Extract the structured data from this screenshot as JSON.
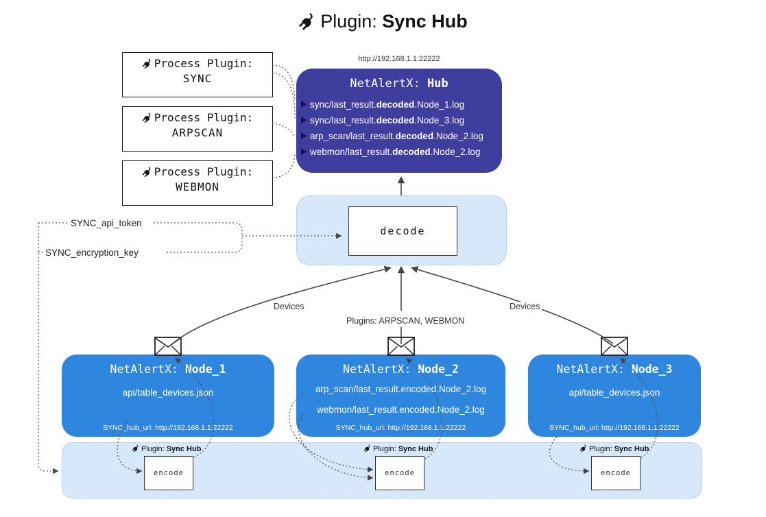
{
  "colors": {
    "hub_fill": "#3f3d9e",
    "node_fill": "#2e86de",
    "container_fill": "#d6e8f9",
    "container_border": "#9ec4e6",
    "line": "#444444"
  },
  "title": {
    "prefix": "Plugin:",
    "name": "Sync Hub"
  },
  "process_plugins": [
    {
      "label": "Process Plugin:",
      "name": "SYNC"
    },
    {
      "label": "Process Plugin:",
      "name": "ARPSCAN"
    },
    {
      "label": "Process Plugin:",
      "name": "WEBMON"
    }
  ],
  "hub": {
    "url": "http://192.168.1.1:22222",
    "title_prefix": "NetAlertX:",
    "title_name": "Hub",
    "files": [
      {
        "pre": "sync/last_result.",
        "bold": "decoded",
        "post": ".Node_1.log"
      },
      {
        "pre": "sync/last_result.",
        "bold": "decoded",
        "post": ".Node_3.log"
      },
      {
        "pre": "arp_scan/last_result.",
        "bold": "decoded",
        "post": ".Node_2.log"
      },
      {
        "pre": "webmon/last_result.",
        "bold": "decoded",
        "post": ".Node_2.log"
      }
    ]
  },
  "decode_label": "decode",
  "secrets": [
    {
      "label": "SYNC_api_token"
    },
    {
      "label": "SYNC_encryption_key"
    }
  ],
  "edge_labels": {
    "left": "Devices",
    "center": "Plugins: ARPSCAN, WEBMON",
    "right": "Devices"
  },
  "nodes": [
    {
      "title_prefix": "NetAlertX:",
      "title_name": "Node_1",
      "files": [
        "api/table_devices.json"
      ],
      "hub_url": "SYNC_hub_url: http://192.168.1.1:22222"
    },
    {
      "title_prefix": "NetAlertX:",
      "title_name": "Node_2",
      "files": [
        "arp_scan/last_result.encoded.Node_2.log",
        "webmon/last_result.encoded.Node_2.log"
      ],
      "hub_url": "SYNC_hub_url: http://192.168.1.1:22222"
    },
    {
      "title_prefix": "NetAlertX:",
      "title_name": "Node_3",
      "files": [
        "api/table_devices.json"
      ],
      "hub_url": "SYNC_hub_url: http://192.168.1.1:22222"
    }
  ],
  "encoders": [
    {
      "plugin_prefix": "Plugin:",
      "plugin_name": "Sync Hub",
      "box_label": "encode"
    },
    {
      "plugin_prefix": "Plugin:",
      "plugin_name": "Sync Hub",
      "box_label": "encode"
    },
    {
      "plugin_prefix": "Plugin:",
      "plugin_name": "Sync Hub",
      "box_label": "encode"
    }
  ]
}
